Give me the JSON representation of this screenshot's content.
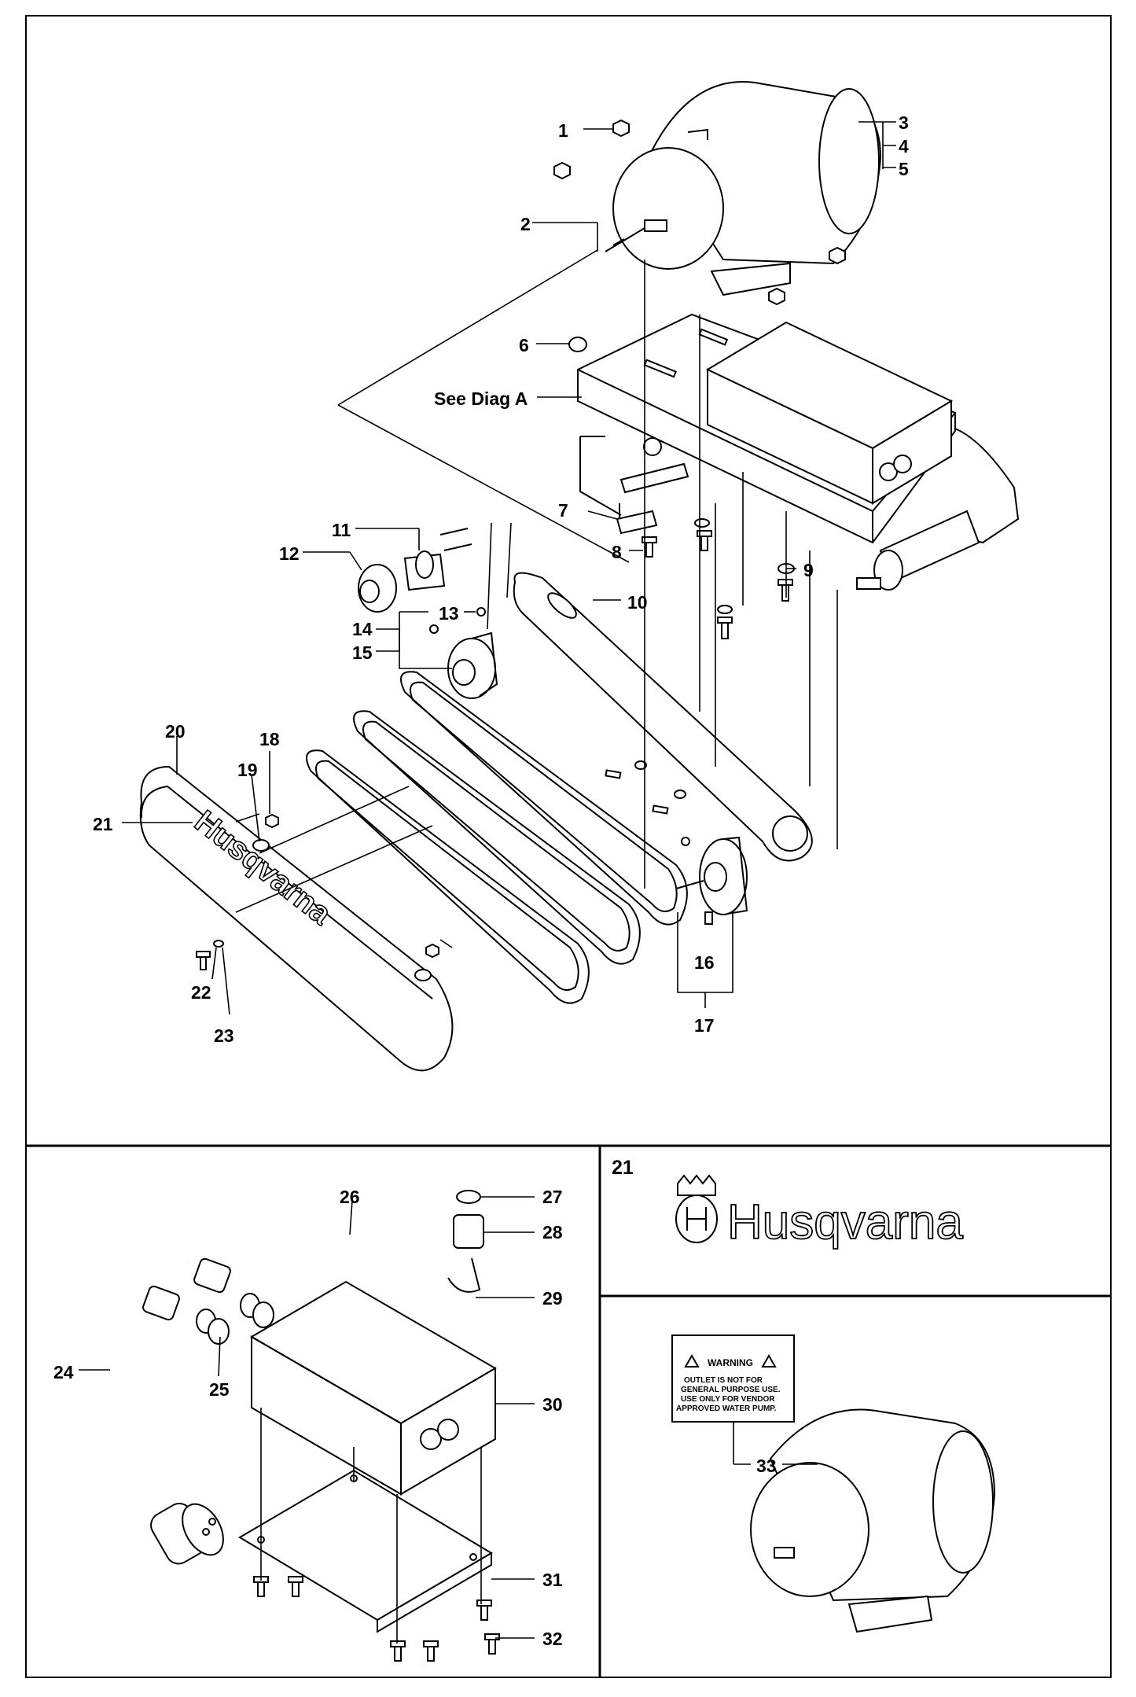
{
  "diagram_text": {
    "see_diag": "See Diag A",
    "callouts": [
      "1",
      "2",
      "3",
      "4",
      "5",
      "6",
      "7",
      "8",
      "9",
      "10",
      "11",
      "12",
      "13",
      "14",
      "15",
      "16",
      "17",
      "18",
      "19",
      "20",
      "21",
      "22",
      "23",
      "24",
      "25",
      "26",
      "27",
      "28",
      "29",
      "30",
      "31",
      "32",
      "33"
    ],
    "detail_ref": "21"
  },
  "brand": {
    "name": "Husqvarna"
  },
  "warning_label": {
    "header": "WARNING",
    "lines": [
      "OUTLET IS NOT FOR",
      "GENERAL PURPOSE USE.",
      "USE ONLY FOR VENDOR",
      "APPROVED WATER PUMP."
    ]
  }
}
